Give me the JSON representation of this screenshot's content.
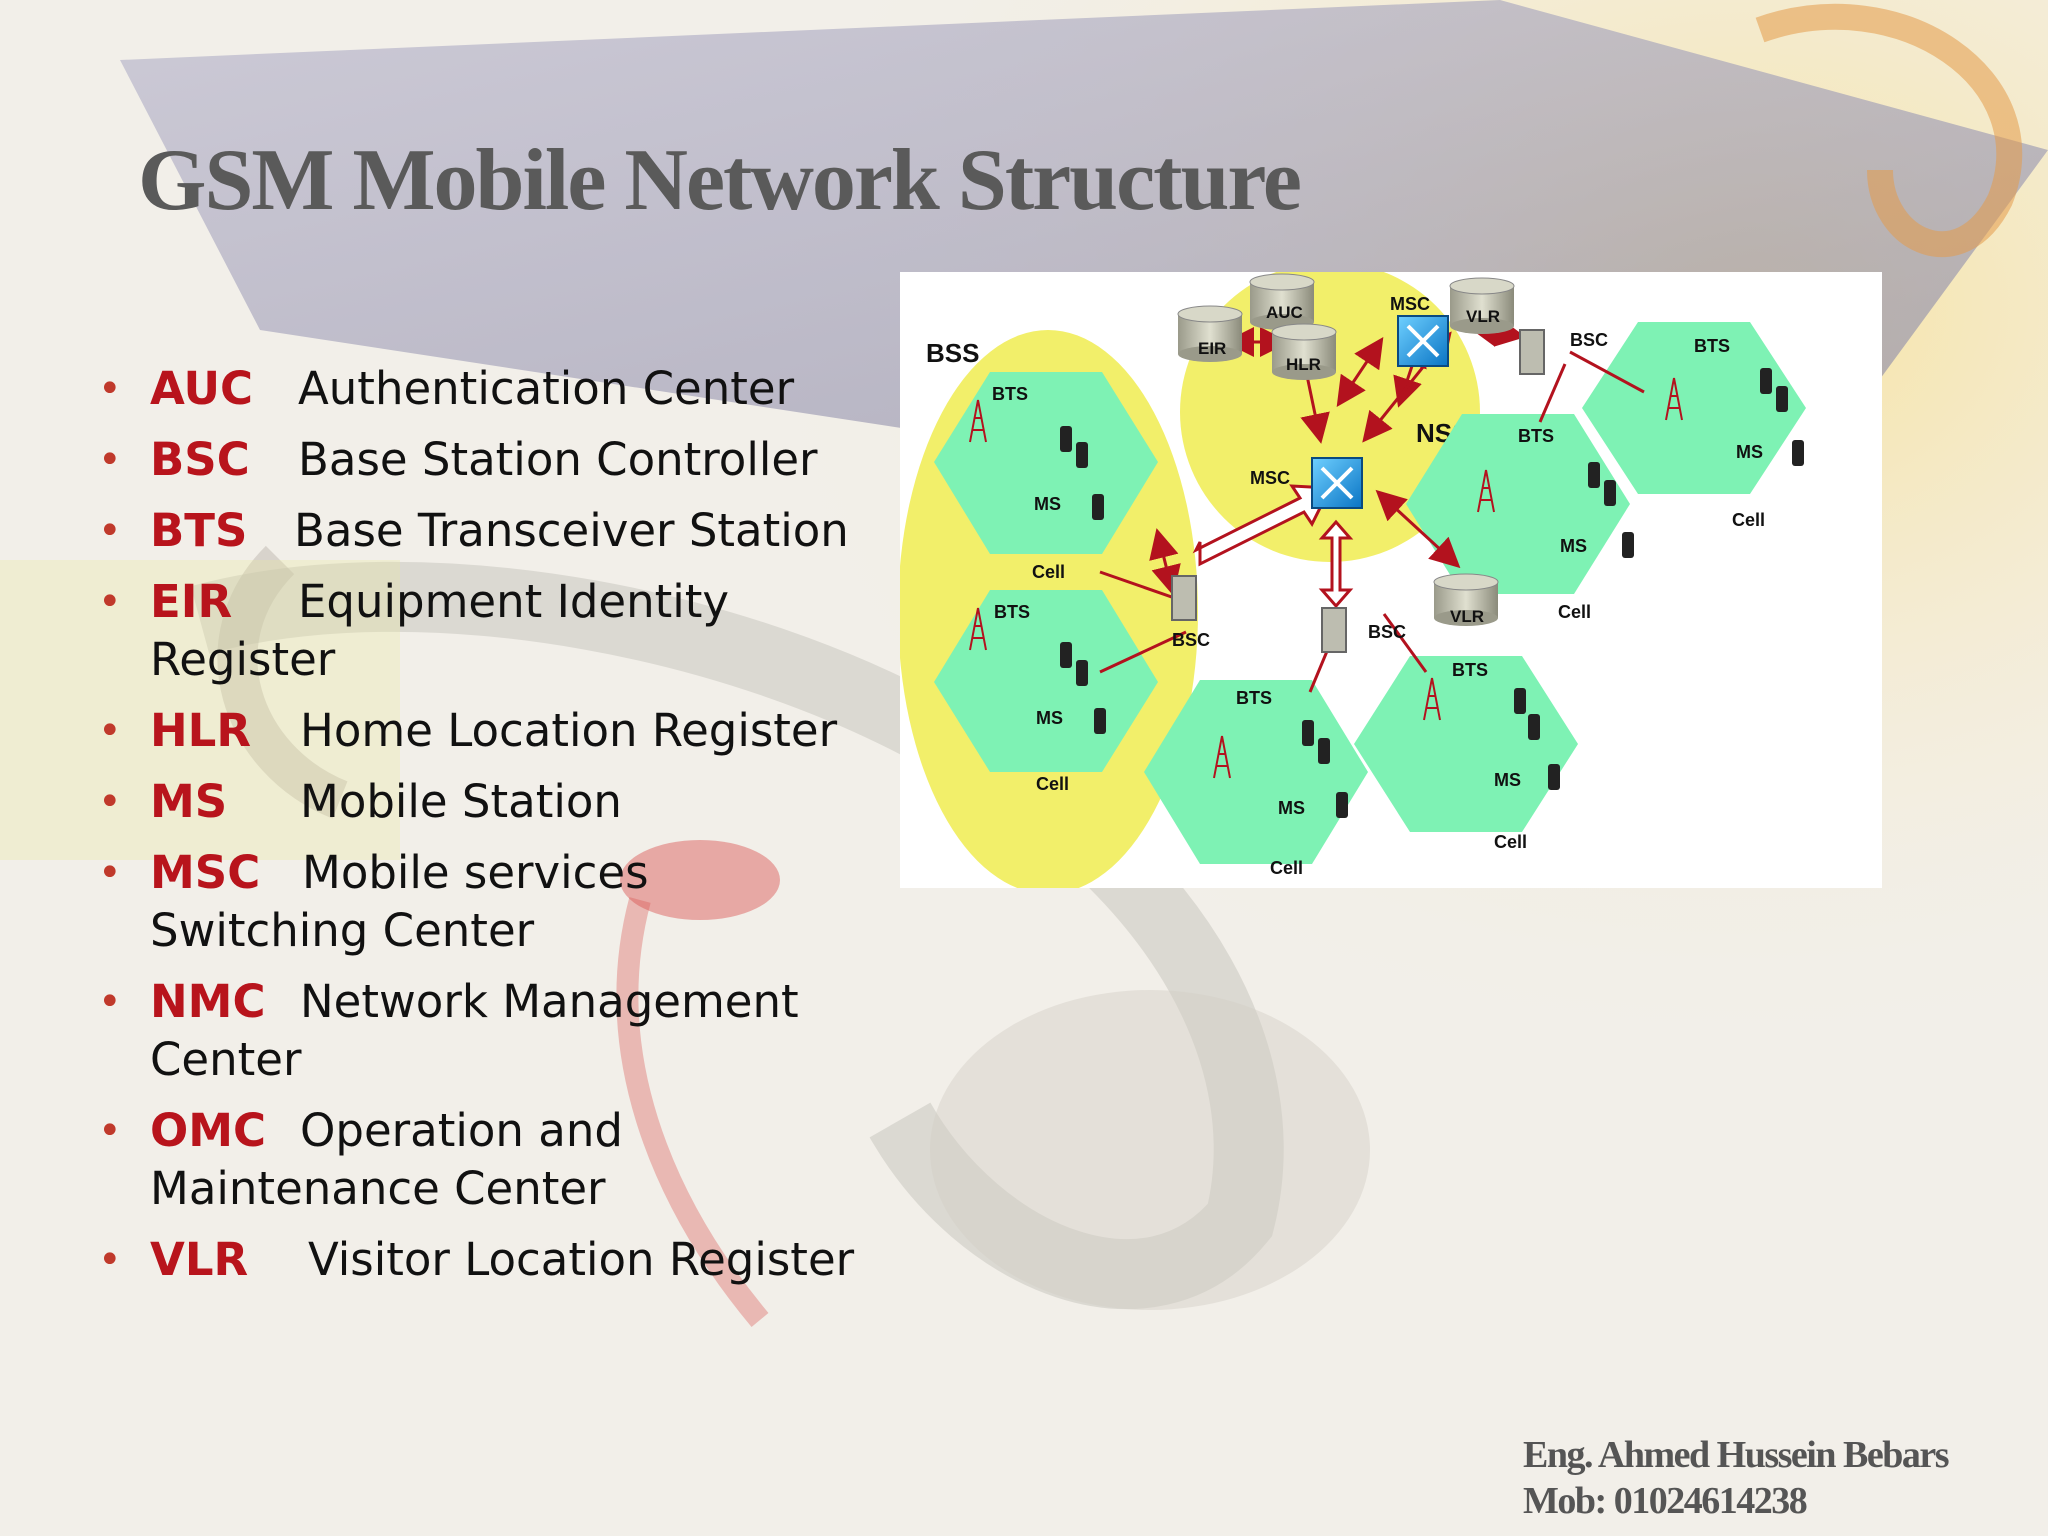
{
  "slide": {
    "title": "GSM Mobile Network Structure",
    "colors": {
      "abbr": "#b8141c",
      "bullet": "#c0392b",
      "title": "#5a5a5a",
      "cell": "#7ef2b4",
      "region": "#f2ef6a"
    }
  },
  "bullets": [
    {
      "abbr": "AUC",
      "desc": "Authentication Center"
    },
    {
      "abbr": "BSC",
      "desc": "Base Station Controller"
    },
    {
      "abbr": "BTS",
      "desc": "Base Transceiver Station"
    },
    {
      "abbr": "EIR",
      "desc": "Equipment Identity Register"
    },
    {
      "abbr": "HLR",
      "desc": "Home Location Register"
    },
    {
      "abbr": "MS",
      "desc": "Mobile Station"
    },
    {
      "abbr": "MSC",
      "desc": "Mobile services Switching Center"
    },
    {
      "abbr": "NMC",
      "desc": "Network Management Center"
    },
    {
      "abbr": "OMC",
      "desc": "Operation and Maintenance Center"
    },
    {
      "abbr": "VLR",
      "desc": "Visitor Location Register"
    }
  ],
  "diagram": {
    "bss_label": "BSS",
    "nss_label": "NSS",
    "msc_label": "MSC",
    "auc_label": "AUC",
    "eir_label": "EIR",
    "hlr_label": "HLR",
    "vlr_label": "VLR",
    "bsc_label": "BSC",
    "bts_label": "BTS",
    "ms_label": "MS",
    "cell_label": "Cell"
  },
  "footer": {
    "name": "Eng. Ahmed Hussein Bebars",
    "mobile": "Mob: 01024614238"
  }
}
